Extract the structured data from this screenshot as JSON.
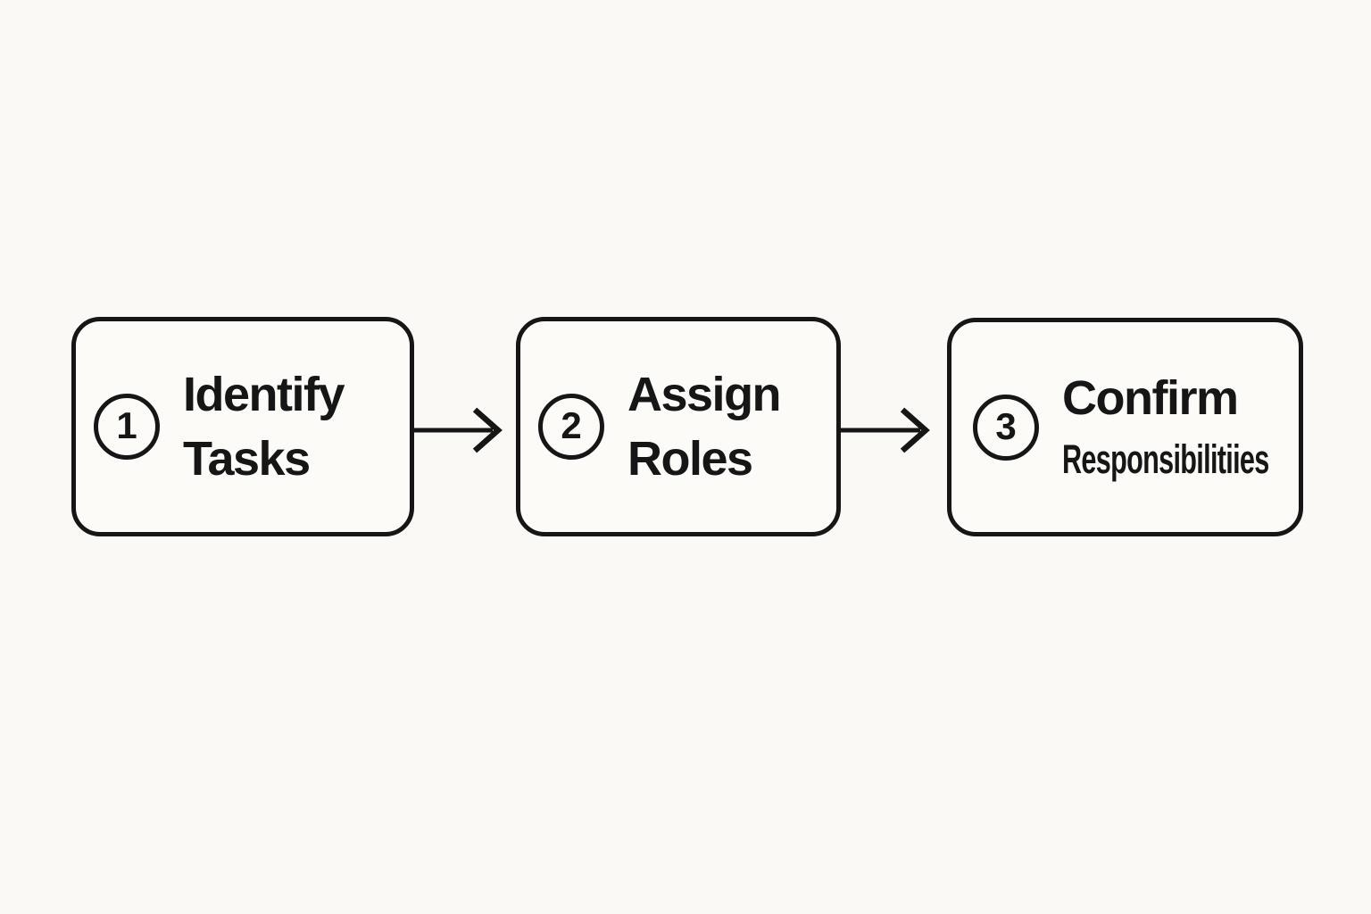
{
  "colors": {
    "background": "#faf9f5",
    "box_fill": "#fcfbf8",
    "stroke": "#161616",
    "text": "#161616"
  },
  "diagram": {
    "type": "flowchart",
    "direction": "left-to-right",
    "steps": [
      {
        "number": "1",
        "title_line1": "Identify",
        "title_line2": "Tasks"
      },
      {
        "number": "2",
        "title_line1": "Assign",
        "title_line2": "Roles"
      },
      {
        "number": "3",
        "title_line1": "Confirm",
        "title_line2": "Responsibilitiies"
      }
    ],
    "connectors": [
      {
        "from": "1",
        "to": "2",
        "shape": "arrow-right"
      },
      {
        "from": "2",
        "to": "3",
        "shape": "arrow-right"
      }
    ]
  }
}
